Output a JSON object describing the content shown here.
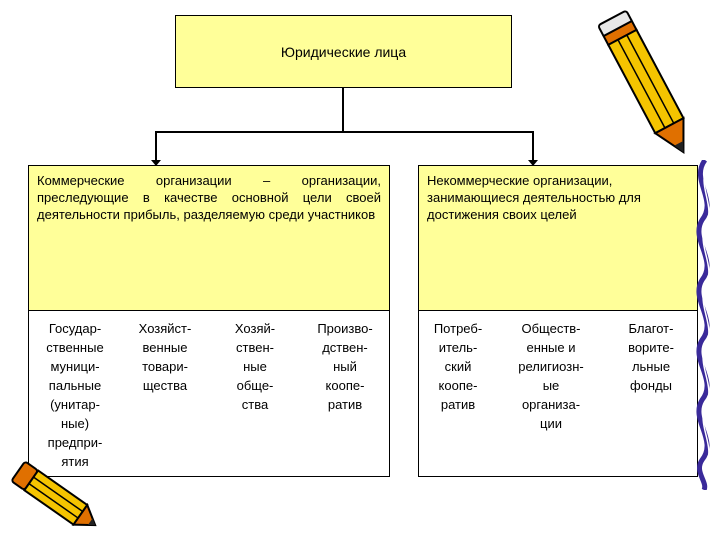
{
  "diagram": {
    "root": "Юридические лица",
    "left_branch": {
      "text": "Коммерческие организации – организации, преследующие в качестве основной цели своей деятельности прибыль, разделяемую среди участников",
      "items": [
        "Государ-\nственные\nмуници-\nпальные\n(унитар-\nные)\nпредпри-\nятия",
        "Хозяйст-\nвенные\nтовари-\nщества",
        "Хозяй-\nствен-\nные\nобще-\nства",
        "Произво-\nдствен-\nный\nкоопе-\nратив"
      ]
    },
    "right_branch": {
      "text": "Некоммерческие организации, занимающиеся деятельностью для достижения своих целей",
      "items": [
        "Потреб-\nитель-\nский\nкоопе-\nратив",
        "Обществ-\nенные и\nрелигиозн-\nые\nорганиза-\nции",
        "Благот-\nворите-\nльные\nфонды"
      ]
    }
  },
  "colors": {
    "box_fill": "#ffff99",
    "pencil_body": "#f5c400",
    "pencil_tip": "#e07000",
    "ribbon": "#3a2a9a"
  },
  "icons": [
    "pencil-icon",
    "ribbon-icon"
  ]
}
